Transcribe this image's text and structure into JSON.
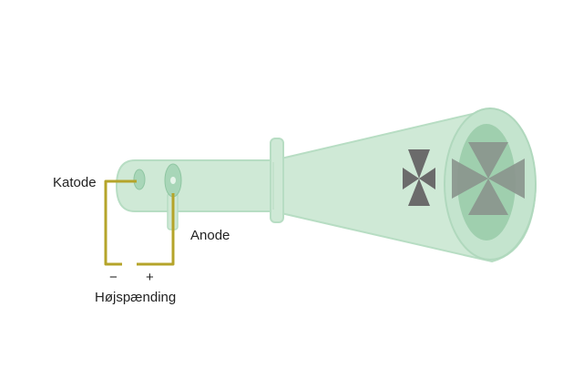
{
  "labels": {
    "cathode": "Katode",
    "anode": "Anode",
    "minus": "−",
    "plus": "+",
    "high_voltage": "Højspænding"
  },
  "colors": {
    "tube_fill": "#cfe9d6",
    "tube_stroke": "#b7ddc3",
    "electrode_fill": "#a8d6b8",
    "wire": "#b5a42a",
    "cross_dark": "#6b6b6b",
    "shadow_cross": "#8a948d",
    "screen_glow": "#9fcfae"
  },
  "icons": {
    "object": "maltese-cross-icon",
    "shadow": "maltese-cross-shadow-icon"
  }
}
